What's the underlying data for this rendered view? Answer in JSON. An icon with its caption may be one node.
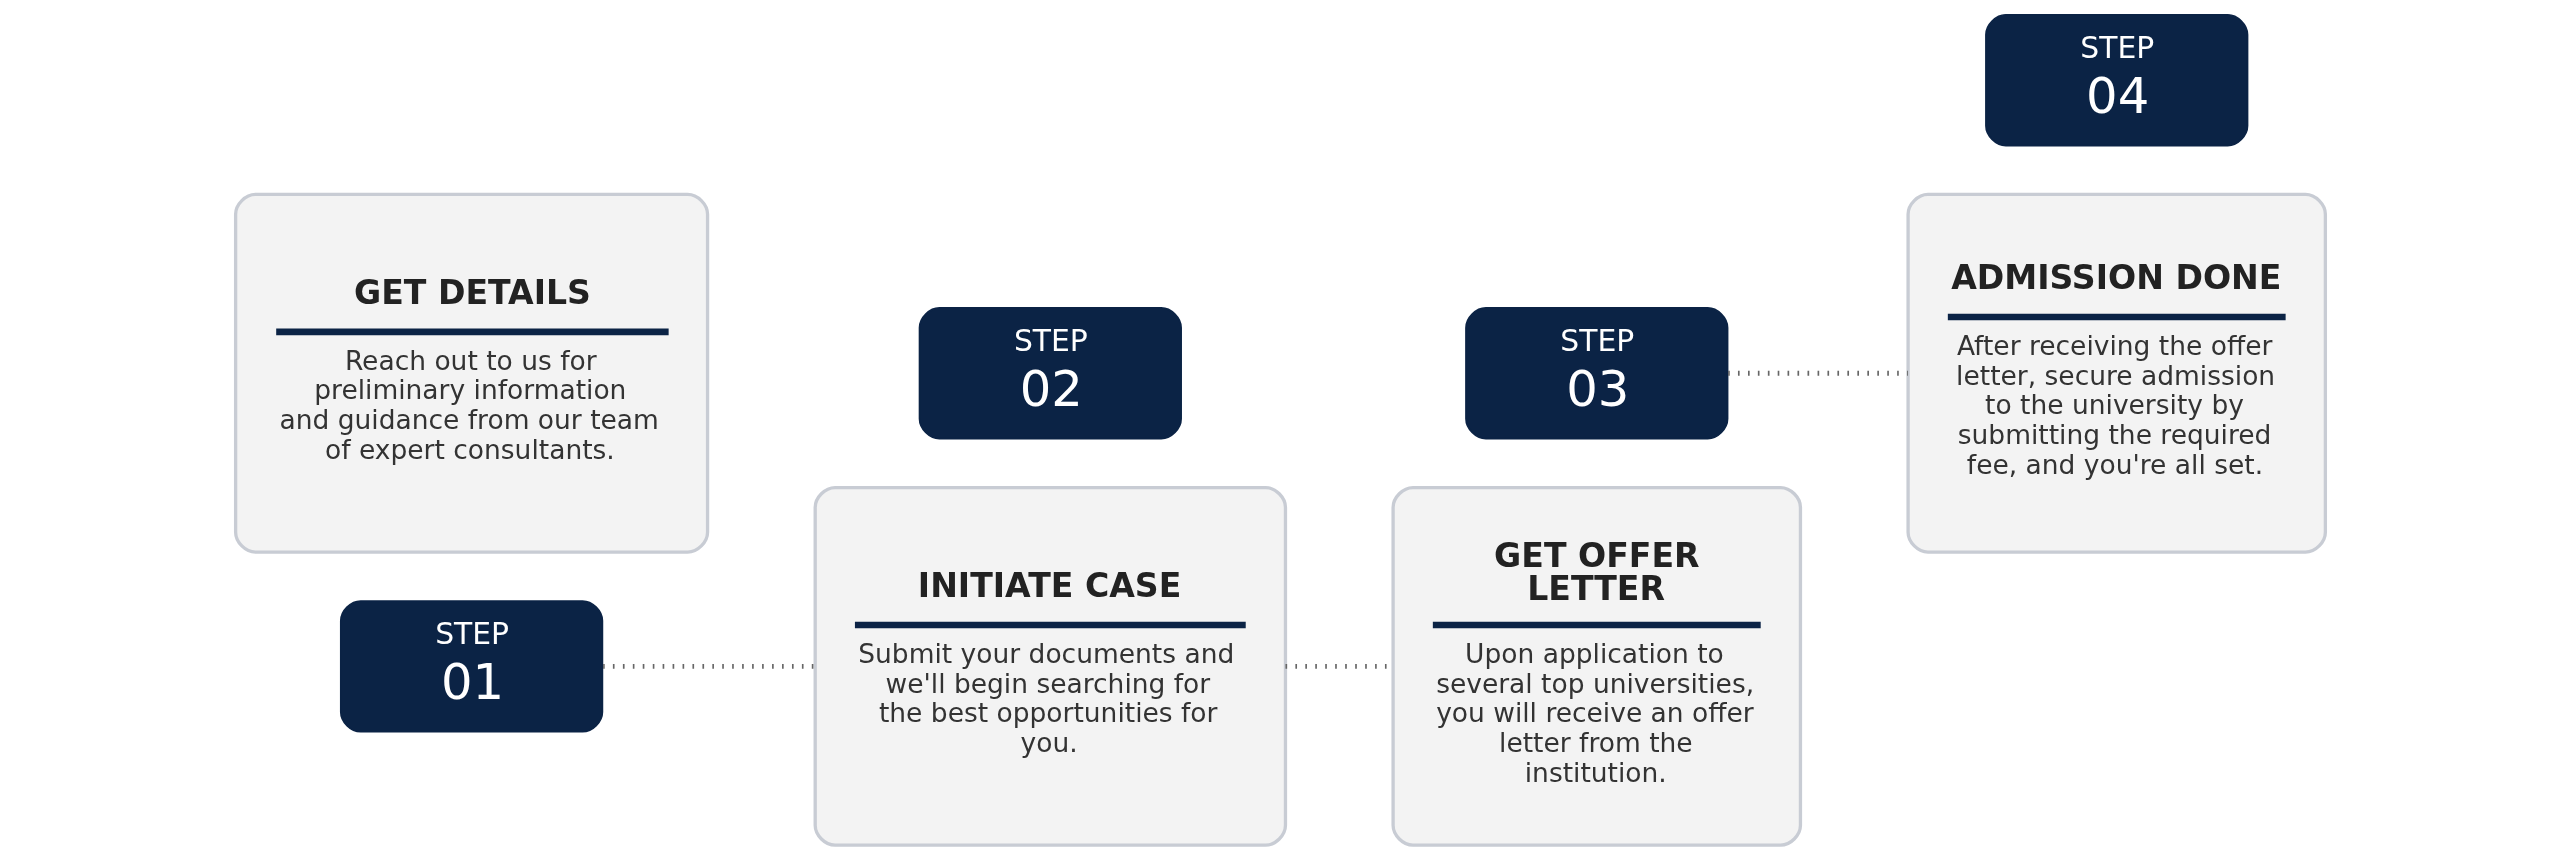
{
  "diagram": {
    "nodes": [
      {
        "text": [
          "STEP",
          "01"
        ]
      },
      {
        "text": [
          "GET DETAILS",
          "Reach out to us for preliminary information and guidance from our team of expert consultants."
        ]
      },
      {
        "text": [
          "INITIATE CASE",
          "Submit your documents and we'll begin searching for the best opportunities for you."
        ]
      },
      {
        "text": [
          "STEP",
          "02"
        ]
      },
      {
        "text": [
          "STEP",
          "03"
        ]
      },
      {
        "text": [
          "GET OFFER LETTER",
          "Upon application to several top universities, you will receive an offer letter from the institution."
        ]
      },
      {
        "text": [
          "ADMISSION DONE",
          "After receiving the offer letter, secure admission to the university by submitting the required fee, and you're all set."
        ]
      },
      {
        "text": [
          "STEP",
          "04"
        ]
      }
    ],
    "edges": [
      {
        "from": 0,
        "to": 2,
        "arrow": "none"
      },
      {
        "from": 2,
        "to": 5,
        "arrow": "none"
      },
      {
        "from": 4,
        "to": 6,
        "arrow": "none"
      }
    ]
  }
}
